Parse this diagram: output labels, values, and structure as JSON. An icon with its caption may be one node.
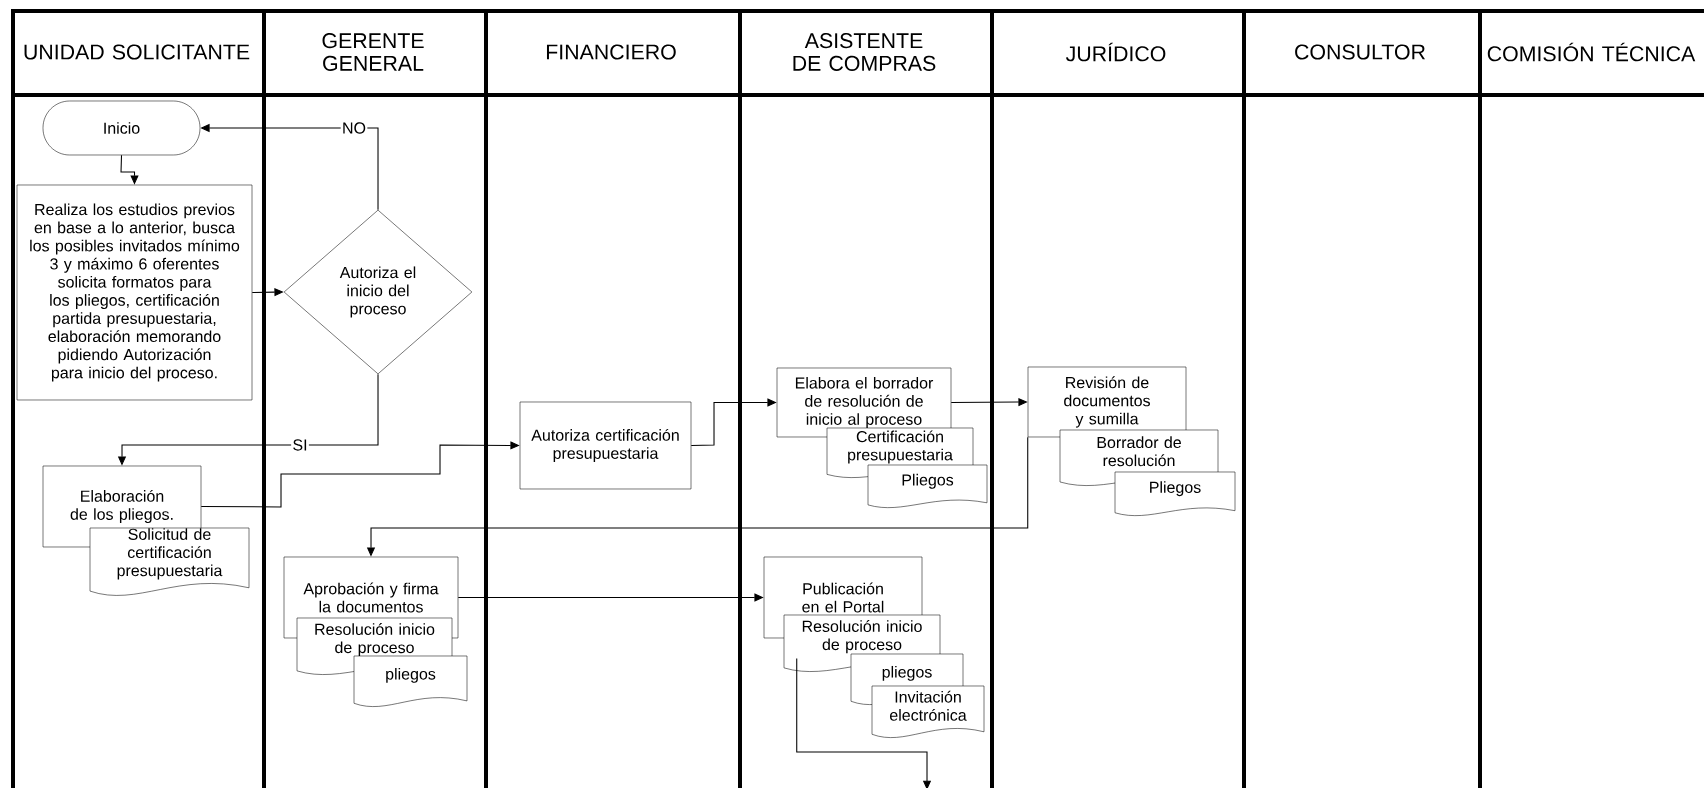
{
  "diagram": {
    "nodes": [
      {
        "text": [
          "UNIDAD SOLICITANTE"
        ]
      },
      {
        "text": [
          "GERENTE GENERAL"
        ]
      },
      {
        "text": [
          "FINANCIERO"
        ]
      },
      {
        "text": [
          "ASISTENTE DE COMPRAS"
        ]
      },
      {
        "text": [
          "JURÍDICO"
        ]
      },
      {
        "text": [
          "CONSULTOR"
        ]
      },
      {
        "text": [
          "COMISIÓN TÉCNICA"
        ]
      },
      {
        "text": [
          "Inicio"
        ],
        "in": 0
      },
      {
        "text": [
          "Realiza los estudios previos en base a lo anterior, busca los posibles invitados mínimo 3 y máximo 6 oferentes solicita formatos para los pliegos, certificación partida presupuestaria, elaboración memorando pidiendo Autorización para inicio del proceso."
        ],
        "in": 0
      },
      {
        "text": [
          "Autoriza el inicio del proceso"
        ],
        "in": 1
      },
      {
        "text": [
          "Elaboración de los pliegos."
        ],
        "in": 0
      },
      {
        "text": [
          "Solicitud de certificación presupuestaria"
        ],
        "in": 0
      },
      {
        "text": [
          "Aprobación y firma la documentos"
        ],
        "in": 1
      },
      {
        "text": [
          "Resolución inicio de proceso"
        ],
        "in": 1
      },
      {
        "text": [
          "pliegos"
        ],
        "in": 1
      },
      {
        "text": [
          "Autoriza certificación presupuestaria"
        ],
        "in": 2
      },
      {
        "text": [
          "Elabora el borrador de resolución de inicio al proceso"
        ],
        "in": 3
      },
      {
        "text": [
          "Certificación presupuestaria"
        ],
        "in": 3
      },
      {
        "text": [
          "Pliegos"
        ],
        "in": 3
      },
      {
        "text": [
          "Revisión de documentos y sumilla"
        ],
        "in": 4
      },
      {
        "text": [
          "Borrador de resolución"
        ],
        "in": 4
      },
      {
        "text": [
          "Pliegos"
        ],
        "in": 4
      },
      {
        "text": [
          "Publicación en el Portal"
        ],
        "in": 3
      },
      {
        "text": [
          "Resolución inicio de proceso"
        ],
        "in": 3
      },
      {
        "text": [
          "pliegos"
        ],
        "in": 3
      },
      {
        "text": [
          "Invitación electrónica"
        ],
        "in": 3
      }
    ],
    "edges": [
      {
        "from": 7,
        "to": 8,
        "arrow": "to"
      },
      {
        "from": 8,
        "to": 9,
        "arrow": "to"
      },
      {
        "from": 9,
        "to": 7,
        "arrow": "to",
        "label": "NO"
      },
      {
        "from": 9,
        "to": 10,
        "arrow": "to",
        "label": "SI"
      },
      {
        "from": 10,
        "to": 15,
        "arrow": "to"
      },
      {
        "from": 15,
        "to": 16,
        "arrow": "to"
      },
      {
        "from": 16,
        "to": 19,
        "arrow": "to"
      },
      {
        "from": 19,
        "to": 12,
        "arrow": "to"
      },
      {
        "from": 12,
        "to": 22,
        "arrow": "to"
      },
      {
        "from": 23,
        "to": null,
        "arrow": "to"
      }
    ]
  }
}
